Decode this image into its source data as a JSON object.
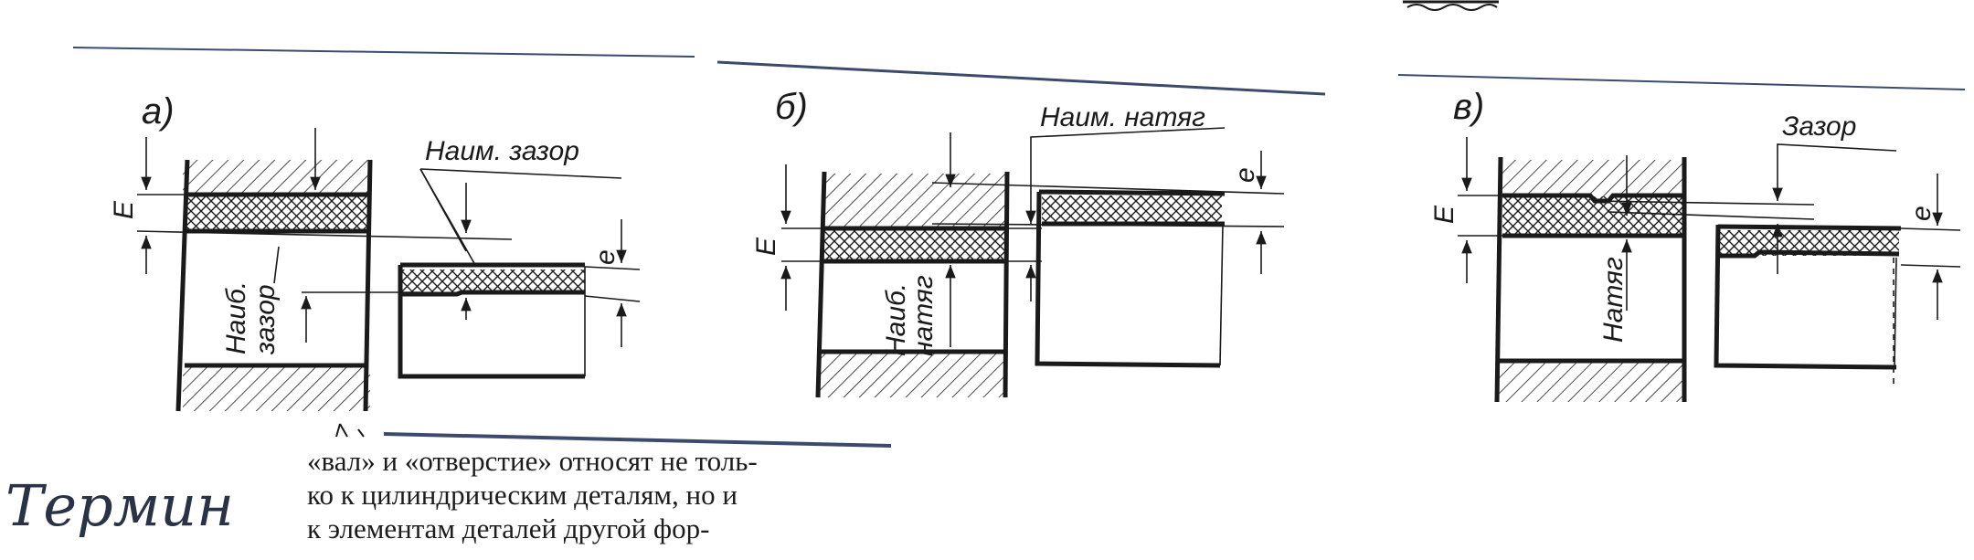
{
  "labels": {
    "a": {
      "panel": "а)",
      "min_clearance": "Наим. зазор",
      "max_clearance": "Наиб. зазор",
      "E": "E",
      "e": "e"
    },
    "b": {
      "panel": "б)",
      "min_interference": "Наим. натяг",
      "max_interference": "Наиб. натяг",
      "E": "E",
      "e": "e"
    },
    "c": {
      "panel": "в)",
      "clearance": "Зазор",
      "interference": "Натяг",
      "E": "E",
      "e": "e"
    }
  },
  "body_text": {
    "line1": "«вал» и «отверстие» относят не толь-",
    "line2": "ко к цилиндрическим деталям, но и",
    "line3": "к элементам деталей другой фор-"
  },
  "handwriting": "Термин",
  "colors": {
    "ink": "#1a1a1a",
    "handwriting": "#2a3346",
    "rule": "#3c4a6e"
  }
}
